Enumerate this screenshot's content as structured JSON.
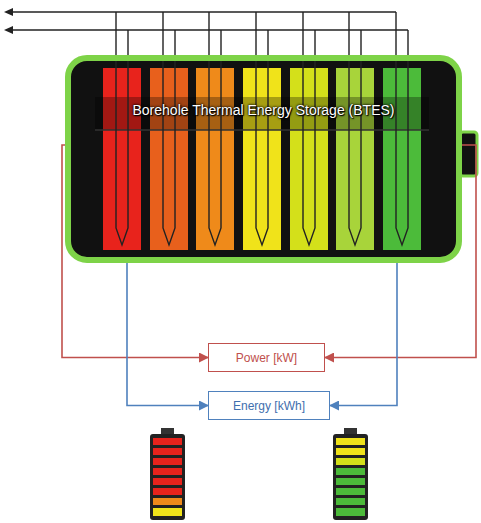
{
  "diagram": {
    "nodes": [
      {
        "text": [
          "Borehole Thermal Energy Storage (BTES)"
        ]
      },
      {
        "text": [
          "Power [kW]"
        ]
      },
      {
        "text": [
          "Energy [kWh]"
        ]
      }
    ],
    "edges": [
      {
        "from": 0,
        "to": 1,
        "arrow": "to"
      },
      {
        "from": 0,
        "to": 1,
        "arrow": "to"
      },
      {
        "from": 0,
        "to": 2,
        "arrow": "to"
      },
      {
        "from": 0,
        "to": 2,
        "arrow": "to"
      }
    ]
  }
}
